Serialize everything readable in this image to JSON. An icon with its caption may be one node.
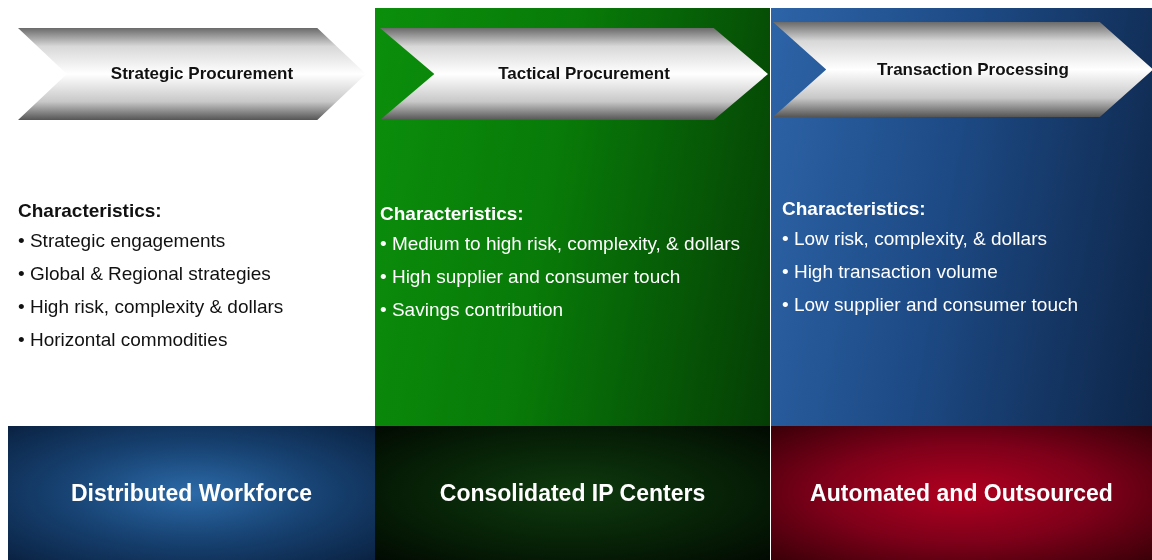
{
  "diagram": {
    "nodes": [
      {
        "text": [
          "Strategic Procurement"
        ]
      },
      {
        "text": [
          "Characteristics:",
          "• Medium to high risk, complexity, & dollars",
          "• High supplier and consumer touch",
          "• Savings contribution"
        ]
      },
      {
        "text": [
          "Tactical Procurement"
        ],
        "in": 1
      },
      {
        "text": [
          "Characteristics:",
          "• Low risk, complexity, & dollars",
          "• High transaction volume",
          "• Low supplier and consumer touch"
        ]
      },
      {
        "text": [
          "Transaction Processing"
        ],
        "in": 3
      },
      {
        "text": [
          "Distributed Workforce"
        ]
      },
      {
        "text": [
          "Consolidated IP Centers"
        ]
      },
      {
        "text": [
          "Automated and Outsourced"
        ]
      }
    ],
    "labels": [
      "Characteristics:",
      "• Strategic engagements",
      "• Global & Regional strategies",
      "• High risk, complexity & dollars",
      "• Horizontal commodities"
    ]
  }
}
